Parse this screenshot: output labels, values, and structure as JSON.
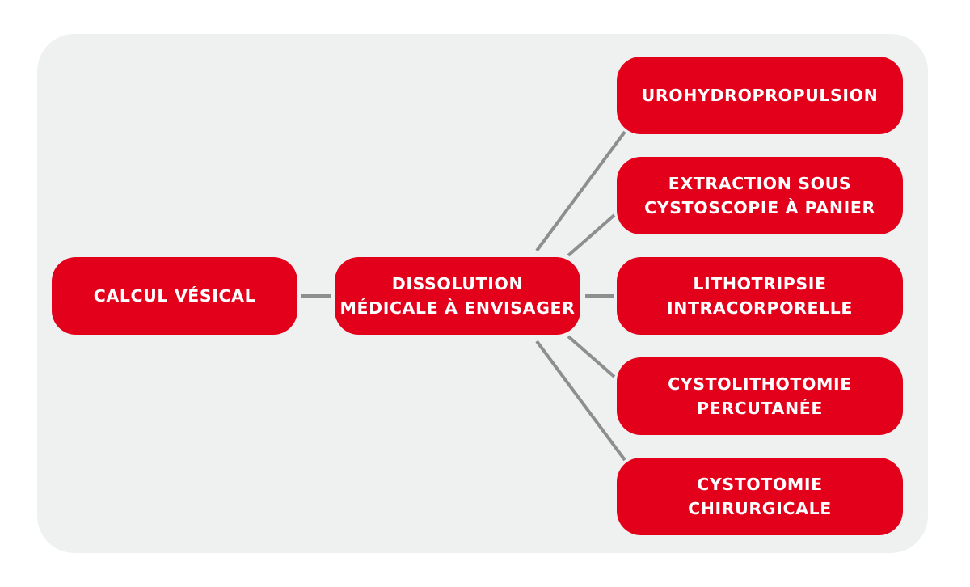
{
  "diagram": {
    "root": {
      "label": "CALCUL VÉSICAL"
    },
    "middle": {
      "line1": "DISSOLUTION",
      "line2": "MÉDICALE À ENVISAGER"
    },
    "options": [
      {
        "line1": "UROHYDROPROPULSION",
        "line2": ""
      },
      {
        "line1": "EXTRACTION SOUS",
        "line2": "CYSTOSCOPIE À PANIER"
      },
      {
        "line1": "LITHOTRIPSIE",
        "line2": "INTRACORPORELLE"
      },
      {
        "line1": "CYSTOLITHOTOMIE",
        "line2": "PERCUTANÉE"
      },
      {
        "line1": "CYSTOTOMIE",
        "line2": "CHIRURGICALE"
      }
    ],
    "colors": {
      "box_fill": "#e2001a",
      "box_text": "#ffffff",
      "connector": "#8d8e90",
      "panel_background": "#eff0f0"
    }
  }
}
